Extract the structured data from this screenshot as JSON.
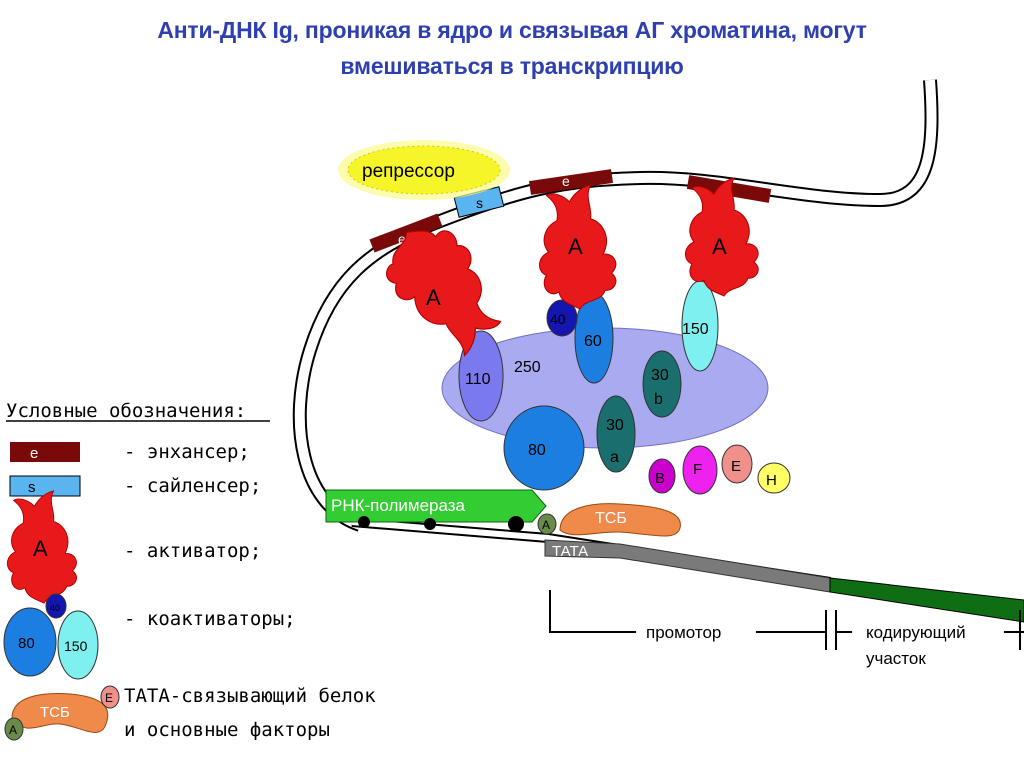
{
  "title": {
    "line1": "Анти-ДНК Ig, проникая в ядро и связывая АГ хроматина, могут",
    "line2": "вмешиваться в транскрипцию"
  },
  "diagram": {
    "repressor": "репрессор",
    "silencer_mark": "s",
    "enhancer_mark": "e",
    "activator_mark": "А",
    "coactivators": {
      "c40": "40",
      "c60": "60",
      "c150": "150",
      "c110": "110",
      "c250": "250",
      "c30b_top": "30",
      "c30b_bottom": "b",
      "c30a_top": "30",
      "c30a_bottom": "a",
      "c80": "80"
    },
    "factors": {
      "B": "B",
      "F": "F",
      "E": "E",
      "H": "H",
      "A": "A"
    },
    "rna_polymerase": "РНК-полимераза",
    "tsb": "ТСБ",
    "tata": "ТАТА",
    "promoter": "промотор",
    "coding_line1": "кодирующий",
    "coding_line2": "участок"
  },
  "legend": {
    "heading": "Условные обозначения:",
    "enhancer": "- энхансер;",
    "silencer": "- сайленсер;",
    "activator": "- активатор;",
    "coactivators": "- коактиваторы;",
    "tata_line1": "ТАТА-связывающий белок",
    "tata_line2": "и основные факторы",
    "e_sym": "e",
    "s_sym": "s",
    "a_sym": "А",
    "n80": "80",
    "n150": "150",
    "n40": "40",
    "tsb": "ТСБ",
    "E": "E",
    "A": "A"
  },
  "colors": {
    "title": "#2e3fb0",
    "enhancer": "#7a0a0a",
    "silencer": "#5ab4ef",
    "activator": "#e8191a",
    "repressor": "#f5f52a",
    "polymerase": "#33cc33",
    "tsb": "#f08a4b",
    "coding": "#0f6e14",
    "tata": "#7a7a7a"
  }
}
